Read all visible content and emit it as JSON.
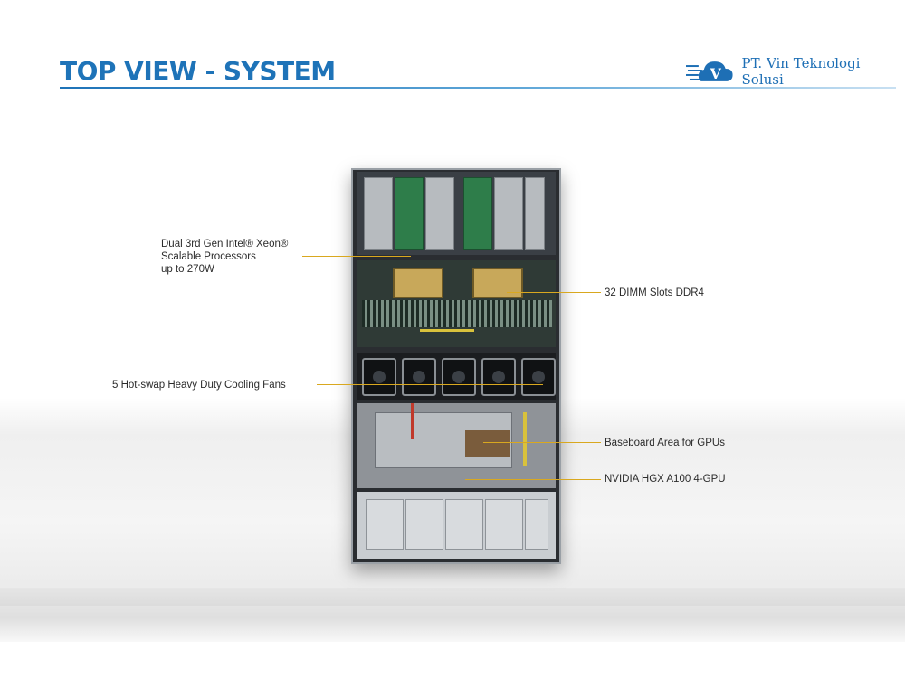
{
  "header": {
    "title": "TOP VIEW - SYSTEM",
    "logo_text": "PT. Vin Teknologi Solusi",
    "logo_letter": "V",
    "accent_color": "#1e73b8"
  },
  "callouts": {
    "processors_line1": "Dual 3rd Gen Intel® Xeon®",
    "processors_line2": "Scalable Processors",
    "processors_line3": "up to 270W",
    "dimm": "32 DIMM  Slots DDR4",
    "fans": "5 Hot-swap Heavy  Duty Cooling Fans",
    "baseboard": "Baseboard Area for GPUs",
    "gpu": "NVIDIA  HGX  A100  4-GPU",
    "line_color": "#d9a81f"
  }
}
